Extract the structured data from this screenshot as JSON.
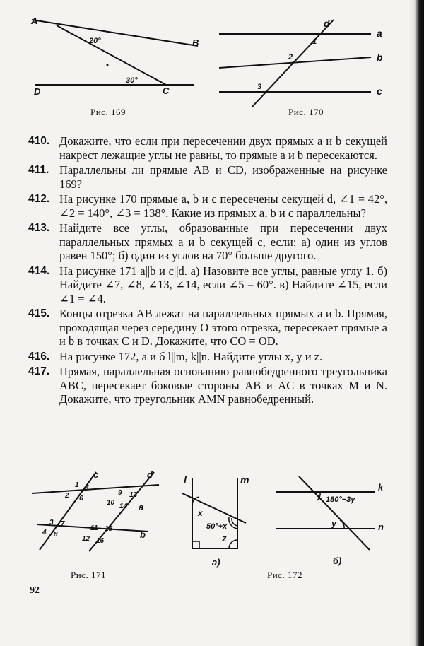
{
  "figures": {
    "fig169": {
      "caption": "Рис. 169",
      "labels": {
        "A": "A",
        "B": "B",
        "C": "C",
        "D": "D",
        "angle_top": "20°",
        "angle_bottom": "30°"
      }
    },
    "fig170": {
      "caption": "Рис. 170",
      "labels": {
        "d": "d",
        "a": "a",
        "b": "b",
        "c": "c",
        "n1": "1",
        "n2": "2",
        "n3": "3"
      }
    },
    "fig171": {
      "caption": "Рис. 171",
      "labels": {
        "c": "c",
        "d": "d",
        "a": "a",
        "b": "b",
        "n1": "1",
        "n2": "2",
        "n3": "3",
        "n4": "4",
        "n5": "5",
        "n6": "6",
        "n7": "7",
        "n8": "8",
        "n9": "9",
        "n10": "10",
        "n11": "11",
        "n12": "12",
        "n13": "13",
        "n14": "14",
        "n15": "15",
        "n16": "16"
      }
    },
    "fig172": {
      "caption": "Рис. 172",
      "sub_a": "а)",
      "sub_b": "б)",
      "labels": {
        "l": "l",
        "m": "m",
        "x": "x",
        "expr1": "50°+x",
        "z": "z",
        "k": "k",
        "n": "n",
        "expr2": "180°−3y",
        "y": "y"
      }
    }
  },
  "problems": [
    {
      "num": "410.",
      "text": "Докажите, что если при пересечении двух прямых a и b секущей накрест лежащие углы не равны, то прямые a и b пересекаются."
    },
    {
      "num": "411.",
      "text": "Параллельны ли прямые AB и CD, изображенные на рисунке 169?"
    },
    {
      "num": "412.",
      "text": "На рисунке 170 прямые a, b и c пересечены секущей d, ∠1 = 42°, ∠2 = 140°, ∠3 = 138°. Какие из прямых a, b и c параллельны?"
    },
    {
      "num": "413.",
      "text": "Найдите все углы, образованные при пересечении двух параллельных прямых a и b секущей c, если: а) один из углов равен 150°; б) один из углов на 70° больше другого."
    },
    {
      "num": "414.",
      "text": "На рисунке 171 a||b и c||d. а) Назовите все углы, равные углу 1. б) Найдите ∠7, ∠8, ∠13, ∠14, если ∠5 = 60°. в) Найдите ∠15, если ∠1 = ∠4."
    },
    {
      "num": "415.",
      "text": "Концы отрезка AB лежат на параллельных прямых a и b. Прямая, проходящая через середину O этого отрезка, пересекает прямые a и b в точках C и D. Докажите, что CO = OD."
    },
    {
      "num": "416.",
      "text": "На рисунке 172, а и б l||m, k||n. Найдите углы x, y и z."
    },
    {
      "num": "417.",
      "text": "Прямая, параллельная основанию равнобедренного треугольника ABC, пересекает боковые стороны AB и AC в точках M и N. Докажите, что треугольник AMN равнобедренный."
    }
  ],
  "page_number": "92"
}
